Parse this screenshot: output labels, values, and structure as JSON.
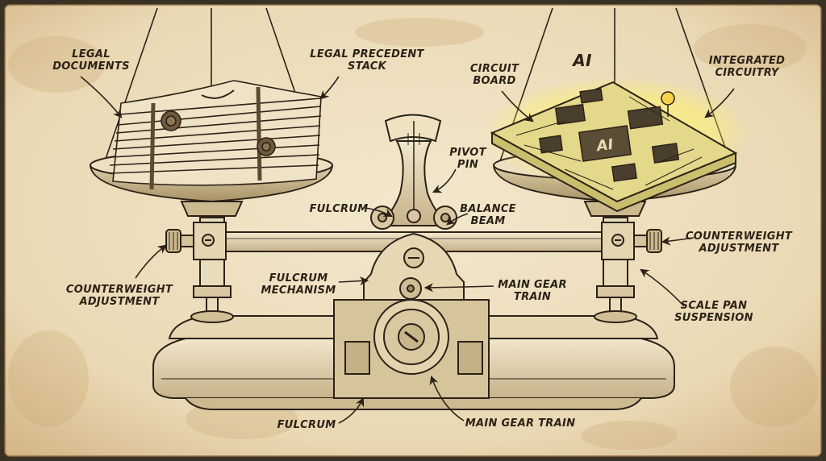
{
  "labels": {
    "legal_documents": "LEGAL\nDOCUMENTS",
    "legal_precedent_stack": "LEGAL PRECEDENT\nSTACK",
    "circuit_board": "CIRCUIT\nBOARD",
    "ai_label": "AI",
    "chip_ai": "AI",
    "integrated_circuitry": "INTEGRATED\nCIRCUITRY",
    "pivot_pin": "PIVOT\nPIN",
    "fulcrum_top": "FULCRUM",
    "balance_beam": "BALANCE\nBEAM",
    "counterweight_left": "COUNTERWEIGHT\nADJUSTMENT",
    "counterweight_right": "COUNTERWEIGHT\nADJUSTMENT",
    "fulcrum_mechanism": "FULCRUM\nMECHANISM",
    "main_gear_train_mid": "MAIN GEAR\nTRAIN",
    "scale_pan_suspension": "SCALE PAN\nSUSPENSION",
    "fulcrum_bottom": "FULCRUM",
    "main_gear_train_bottom": "MAIN GEAR TRAIN"
  },
  "colors": {
    "paper": "#efe2c4",
    "paper_stain": "#c9a671",
    "ink": "#2b2218",
    "brass_light": "#eadfbf",
    "brass_shadow": "#b9a47b",
    "pcb": "#e4d88a",
    "pcb_glow": "#fff26a",
    "led": "#f6d24a"
  }
}
